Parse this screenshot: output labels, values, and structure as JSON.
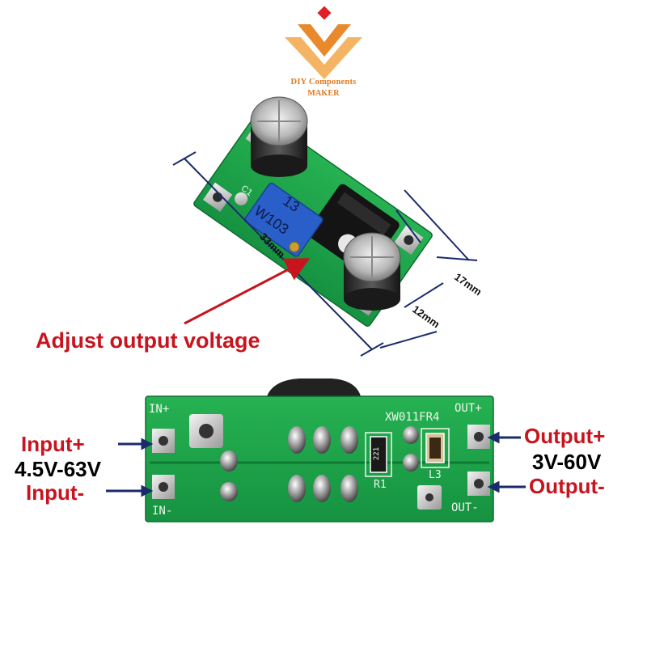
{
  "logo": {
    "line1": "DIY Components",
    "line2": "MAKER",
    "colors": {
      "primary": "#e8892b",
      "secondary": "#f4b463",
      "accent": "#e01f26"
    }
  },
  "top_photo": {
    "trimmer_text_1": "13",
    "trimmer_text_2": "W103",
    "silk_c1": "C1",
    "dim_length": "33mm",
    "dim_width": "17mm",
    "dim_inner": "12mm",
    "callout": "Adjust output voltage"
  },
  "bottom_photo": {
    "silk_in_plus": "IN+",
    "silk_in_minus": "IN-",
    "silk_out_plus": "OUT+",
    "silk_out_minus": "OUT-",
    "silk_part_no": "XW011FR4",
    "silk_r1": "R1",
    "silk_l3": "L3",
    "resistor_code": "221",
    "input_plus": "Input+",
    "input_range": "4.5V-63V",
    "input_minus": "Input-",
    "output_plus": "Output+",
    "output_range": "3V-60V",
    "output_minus": "Output-"
  },
  "colors": {
    "pcb_green": "#1fa84a",
    "label_red": "#c8141e",
    "arrow_navy": "#1b2a6b",
    "trimmer_blue": "#2a5fc9"
  }
}
